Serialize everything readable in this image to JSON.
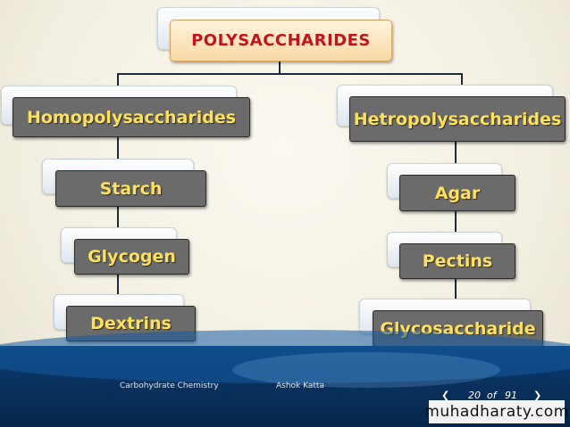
{
  "diagram": {
    "root": "POLYSACCHARIDES",
    "left_branch": {
      "title": "Homopolysaccharides",
      "children": [
        "Starch",
        "Glycogen",
        "Dextrins"
      ]
    },
    "right_branch": {
      "title": "Hetropolysaccharides",
      "children": [
        "Agar",
        "Pectins",
        "Glycosaccharide"
      ]
    }
  },
  "footer": {
    "subject": "Carbohydrate Chemistry",
    "author": "Ashok Katta",
    "page_current": "20",
    "page_of": "of",
    "page_total": "91",
    "watermark": "muhadharaty.com"
  }
}
